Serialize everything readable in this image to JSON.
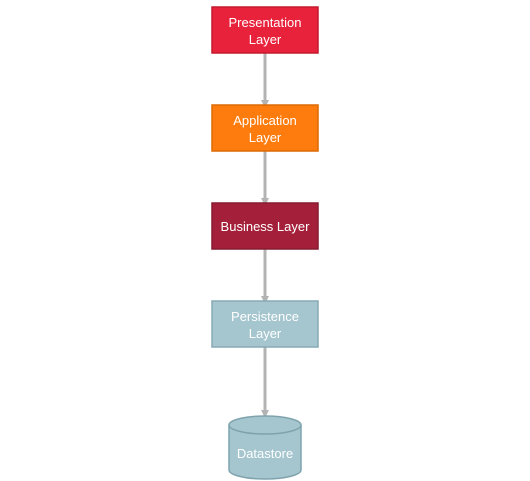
{
  "diagram": {
    "layers": [
      {
        "id": "presentation",
        "lines": [
          "Presentation",
          "Layer"
        ],
        "fill": "#e8223a",
        "stroke": "#c41a2f"
      },
      {
        "id": "application",
        "lines": [
          "Application",
          "Layer"
        ],
        "fill": "#fd7c0d",
        "stroke": "#dd6a06"
      },
      {
        "id": "business",
        "lines": [
          "Business Layer"
        ],
        "fill": "#a4203a",
        "stroke": "#861a30"
      },
      {
        "id": "persistence",
        "lines": [
          "Persistence",
          "Layer"
        ],
        "fill": "#a5c6cf",
        "stroke": "#86aab4"
      }
    ],
    "datastore": {
      "label": "Datastore",
      "fill": "#a5c6cf",
      "stroke": "#7fa3ad"
    },
    "connector_color": "#b3b3b3"
  }
}
